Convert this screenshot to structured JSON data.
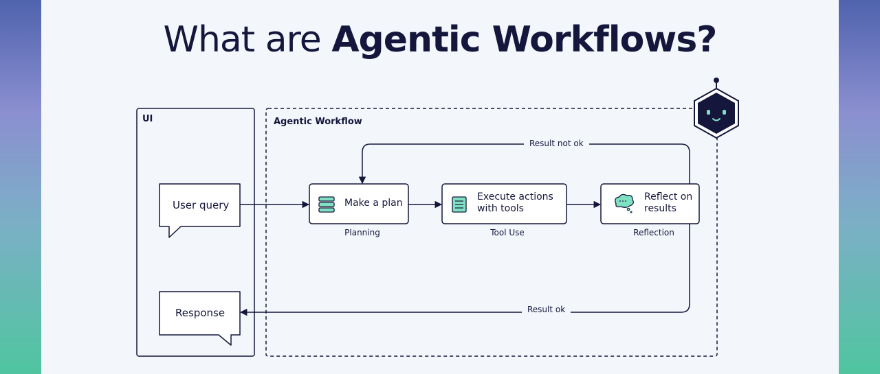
{
  "title": {
    "part1": "What are ",
    "part2": "Agentic Workflows?"
  },
  "ui_panel": {
    "label": "UI"
  },
  "workflow_panel": {
    "label": "Agentic Workflow"
  },
  "user_query": "User query",
  "response": "Response",
  "steps": [
    {
      "label_line1": "Make a plan",
      "label_line2": "",
      "caption": "Planning",
      "icon": "stack-icon"
    },
    {
      "label_line1": "Execute actions",
      "label_line2": "with tools",
      "caption": "Tool Use",
      "icon": "document-icon"
    },
    {
      "label_line1": "Reflect on",
      "label_line2": "results",
      "caption": "Reflection",
      "icon": "thought-bubble-icon"
    }
  ],
  "edges": {
    "not_ok": "Result not ok",
    "ok": "Result ok"
  },
  "colors": {
    "ink": "#14163b",
    "accent": "#7fe0c2",
    "card_bg": "#f3f7fc"
  }
}
